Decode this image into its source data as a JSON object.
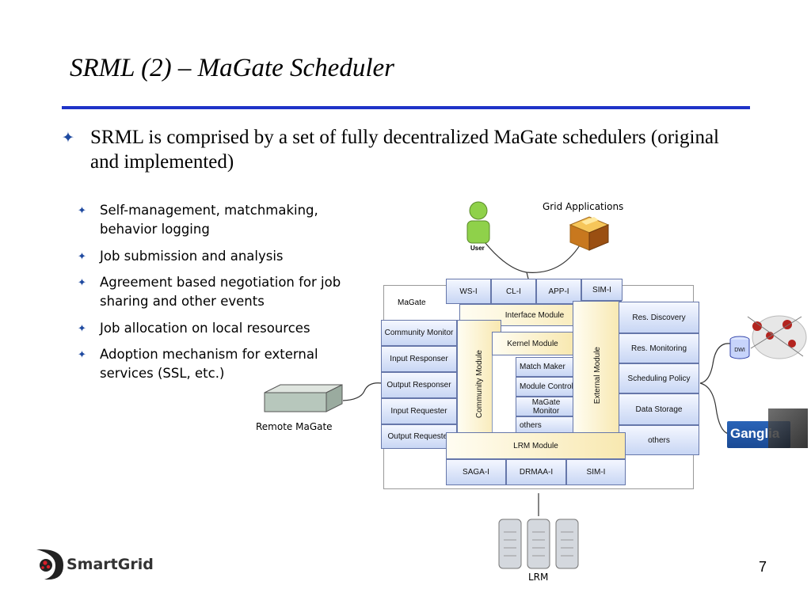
{
  "slide": {
    "title": "SRML (2) – MaGate Scheduler",
    "main_bullet": "SRML is comprised by a set of fully decentralized MaGate schedulers (original and implemented)",
    "sub_bullets": [
      "Self-management, matchmaking, behavior logging",
      "Job submission and analysis",
      "Agreement based negotiation for job sharing and other events",
      "Job allocation on local resources",
      "Adoption mechanism for external services (SSL, etc.)"
    ],
    "bullet_glyph": "✦",
    "page_number": "7",
    "logo_text": "SmartGrid"
  },
  "diagram": {
    "grid_applications": "Grid Applications",
    "user_label": "User",
    "magate_label": "MaGate",
    "top_interfaces": [
      "WS-I",
      "CL-I",
      "APP-I",
      "SIM-I"
    ],
    "interface_module": "Interface Module",
    "community_items": [
      "Community Monitor",
      "Input Responser",
      "Output Responser",
      "Input Requester",
      "Output Requester"
    ],
    "community_module": "Community Module",
    "kernel_module": "Kernel Module",
    "kernel_items": [
      "Match Maker",
      "Module Controller",
      "MaGate Monitor",
      "others"
    ],
    "external_module": "External Module",
    "external_items": [
      "Res. Discovery",
      "Res. Monitoring",
      "Scheduling Policy",
      "Data Storage",
      "others"
    ],
    "lrm_module": "LRM Module",
    "lrm_items": [
      "SAGA-I",
      "DRMAA-I",
      "SIM-I"
    ],
    "remote_magate": "Remote MaGate",
    "lrm_label": "LRM",
    "dwi_label": "DWI",
    "ganglia_label": "Ganglia"
  },
  "colors": {
    "accent_rule": "#1f33c8",
    "bullet": "#1f4aa0",
    "box_border": "#6677aa",
    "module_yellow": "#f8e8b0",
    "module_blue": "#c8d6f4"
  }
}
